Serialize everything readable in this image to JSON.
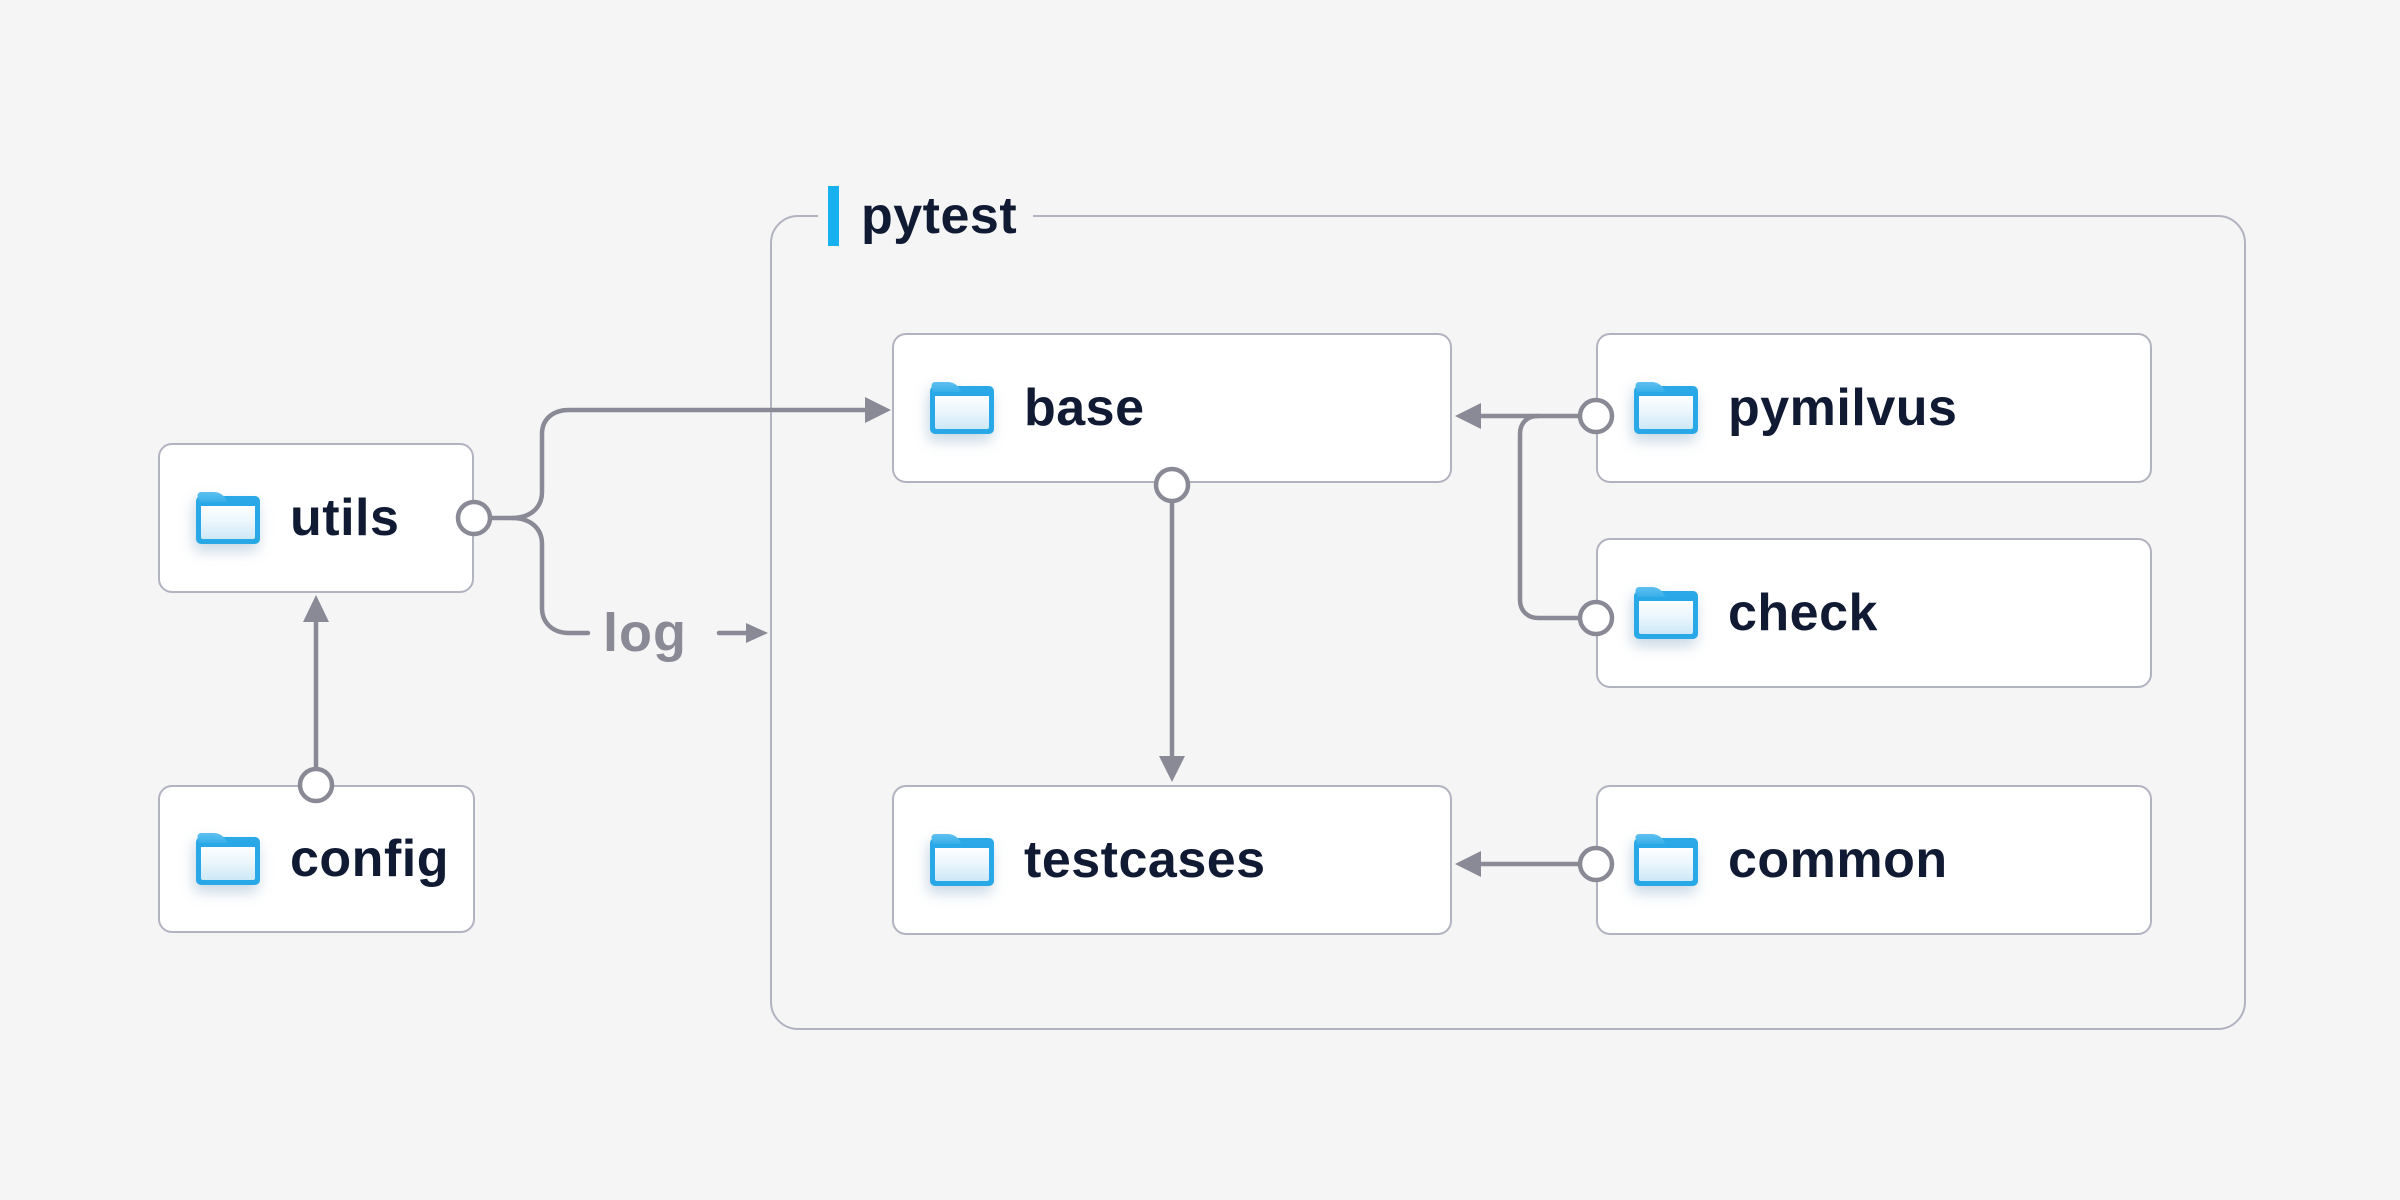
{
  "container": {
    "label": "pytest"
  },
  "nodes": {
    "utils": {
      "label": "utils"
    },
    "config": {
      "label": "config"
    },
    "base": {
      "label": "base"
    },
    "pymilvus": {
      "label": "pymilvus"
    },
    "check": {
      "label": "check"
    },
    "testcases": {
      "label": "testcases"
    },
    "common": {
      "label": "common"
    }
  },
  "edge_label": "log",
  "edges": [
    {
      "from": "config",
      "to": "utils"
    },
    {
      "from": "utils",
      "to": "base"
    },
    {
      "from": "utils",
      "to": "log",
      "label": "log"
    },
    {
      "from": "pymilvus",
      "to": "base"
    },
    {
      "from": "check",
      "to": "base"
    },
    {
      "from": "base",
      "to": "testcases"
    },
    {
      "from": "common",
      "to": "testcases"
    }
  ],
  "colors": {
    "background": "#f5f5f6",
    "box_fill": "#ffffff",
    "box_border": "#b2b3c0",
    "connector": "#8a8a96",
    "text": "#101b33",
    "edge_label_text": "#8a8a96",
    "accent_cyan": "#18b1f0",
    "folder_blue": "#2aa9e6"
  }
}
